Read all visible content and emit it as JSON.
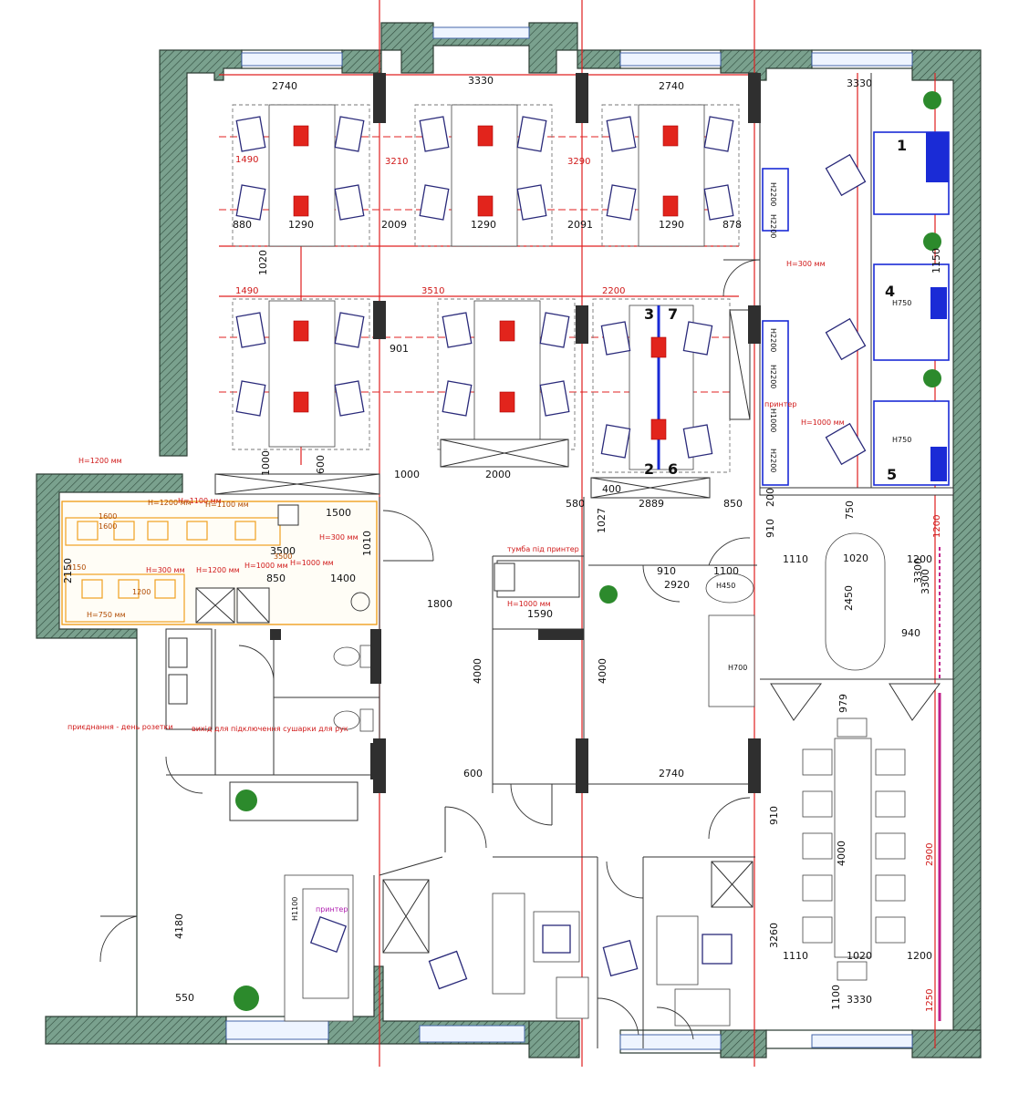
{
  "plan": {
    "dims_black": [
      "2740",
      "3330",
      "2740",
      "3330",
      "1490",
      "3210",
      "3290",
      "880",
      "1290",
      "2009",
      "1290",
      "2091",
      "1290",
      "878",
      "1490",
      "3510",
      "2200",
      "901",
      "1000",
      "2000",
      "580",
      "2889",
      "850",
      "1027",
      "1500",
      "1600",
      "3500",
      "1400",
      "1010",
      "1800",
      "910",
      "2920",
      "1100",
      "1590",
      "4000",
      "4000",
      "600",
      "2740",
      "200",
      "750",
      "910",
      "1110",
      "1020",
      "1200",
      "3300",
      "2450",
      "940",
      "979",
      "4000",
      "910",
      "3260",
      "1110",
      "1020",
      "1200",
      "1100",
      "3330",
      "4180",
      "550",
      "1200",
      "850",
      "2150",
      "400",
      "600",
      "1000",
      "1020",
      "3300",
      "1150",
      "1200",
      "2900",
      "1250"
    ],
    "dims_red": [
      "H=300 мм",
      "H=1000 мм",
      "H=1200 мм",
      "H=1100 мм",
      "H=300 мм",
      "H=1200 мм",
      "H=1000 мм",
      "H=1000 мм",
      "H=300 мм",
      "H=1000 мм"
    ],
    "cab_labels": [
      "H2200",
      "H2200",
      "H2200",
      "H2200",
      "H1000",
      "H2200"
    ],
    "orange": [
      "H=1200 мм",
      "H=1100 мм",
      "1600",
      "3500",
      "2150",
      "H=750 мм"
    ],
    "notes": [
      "тумба під принтер",
      "принтер",
      "принтер",
      "вихід для підключення сушарки для рук",
      "приєднання - день розетки"
    ],
    "workstation_numbers": [
      "1",
      "4",
      "5",
      "3",
      "7",
      "2",
      "6"
    ],
    "tech_labels": [
      "H450",
      "H700",
      "H750",
      "H750",
      "H1100"
    ]
  }
}
